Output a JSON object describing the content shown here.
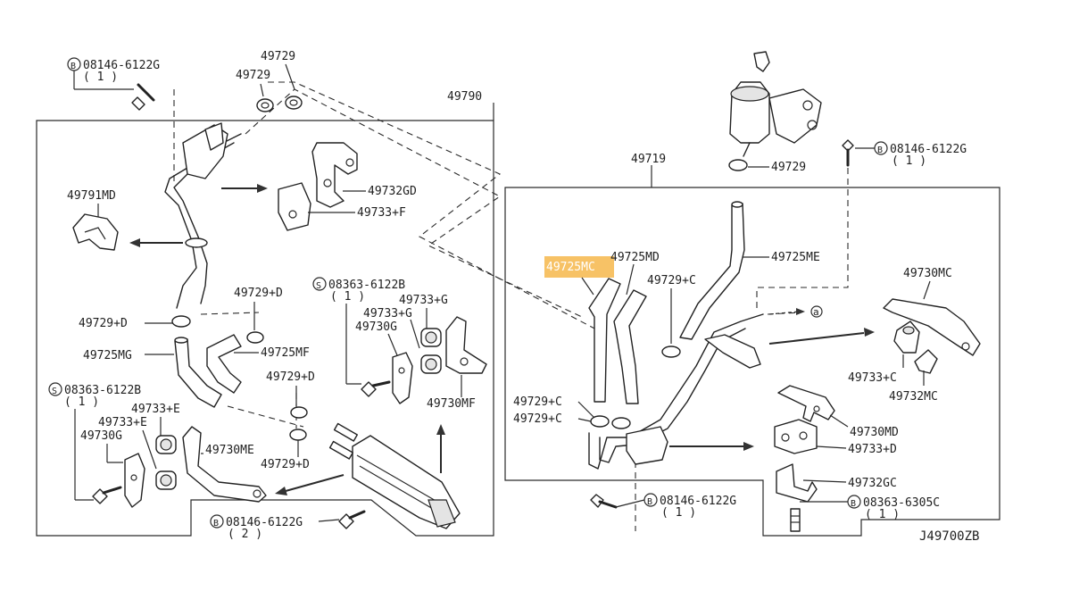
{
  "diagram_code": "J49700ZB",
  "assembly_left": "49790",
  "assembly_right": "49719",
  "labels": {
    "bolt_top_left": "08146-6122G",
    "bolt_top_left_qty": "( 1 )",
    "clamp_top_1": "49729",
    "clamp_top_2": "49729",
    "bracket_gd": "49732GD",
    "insulator_f": "49733+F",
    "clip_md": "49791MD",
    "clamp_d1": "49729+D",
    "clamp_d2": "49729+D",
    "clamp_d3": "49729+D",
    "clamp_d4": "49729+D",
    "hose_mg": "49725MG",
    "hose_mf": "49725MF",
    "screw_s1": "08363-6122B",
    "screw_s1_qty": "( 1 )",
    "insulator_g1": "49733+G",
    "insulator_g2": "49733+G",
    "bracket_g": "49730G",
    "bracket_mf": "49730MF",
    "screw_s2": "08363-6122B",
    "screw_s2_qty": "( 1 )",
    "insulator_e1": "49733+E",
    "insulator_e2": "49733+E",
    "bracket_g2": "49730G",
    "bracket_me": "49730ME",
    "bolt_bottom_left": "08146-6122G",
    "bolt_bottom_left_qty": "( 2 )",
    "clamp_top_right": "49729",
    "bolt_top_right": "08146-6122G",
    "bolt_top_right_qty": "( 1 )",
    "hose_mc_highlighted": "49725MC",
    "hose_md": "49725MD",
    "hose_me": "49725ME",
    "clamp_c1": "49729+C",
    "clamp_c2": "49729+C",
    "clamp_c3": "49729+C",
    "bracket_mc": "49730MC",
    "insulator_c": "49733+C",
    "bracket_mc2": "49732MC",
    "bracket_md": "49730MD",
    "insulator_d": "49733+D",
    "bracket_gc": "49732GC",
    "screw_bottom_right": "08363-6305C",
    "screw_bottom_right_qty": "( 1 )",
    "bolt_bottom_mid": "08146-6122G",
    "bolt_bottom_mid_qty": "( 1 )",
    "ref_a": "a"
  },
  "symbols": {
    "bolt": "B",
    "screw": "S"
  },
  "colors": {
    "highlight": "#f7c266",
    "line": "#2a2a2a"
  }
}
